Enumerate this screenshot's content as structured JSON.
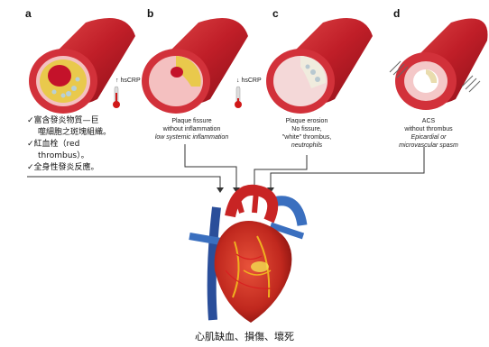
{
  "panels": [
    {
      "letter": "a",
      "crp": "↑ hsCRP"
    },
    {
      "letter": "b",
      "crp": "↓ hsCRP",
      "caption": [
        "Plaque fissure",
        "without inflammation"
      ],
      "caption_italic": [
        "low systemic inflammation"
      ]
    },
    {
      "letter": "c",
      "caption": [
        "Plaque erosion",
        "No fissure,",
        "\"white\" thrombus,"
      ],
      "caption_italic": [
        "neutrophils"
      ]
    },
    {
      "letter": "d",
      "caption": [
        "ACS",
        "without thrombus"
      ],
      "caption_italic": [
        "Epicardial or",
        "microvascular spasm"
      ]
    }
  ],
  "notes": [
    "✓富含發炎物質—巨",
    "噬細胞之斑塊組織。",
    "✓紅血栓（red",
    "thrombus）。",
    "✓全身性發炎反應。"
  ],
  "bottom_text": "心肌缺血、損傷、壞死",
  "colors": {
    "artery": "#c8202a",
    "plaque": "#e8c84a",
    "thrombus": "#c4122a"
  }
}
